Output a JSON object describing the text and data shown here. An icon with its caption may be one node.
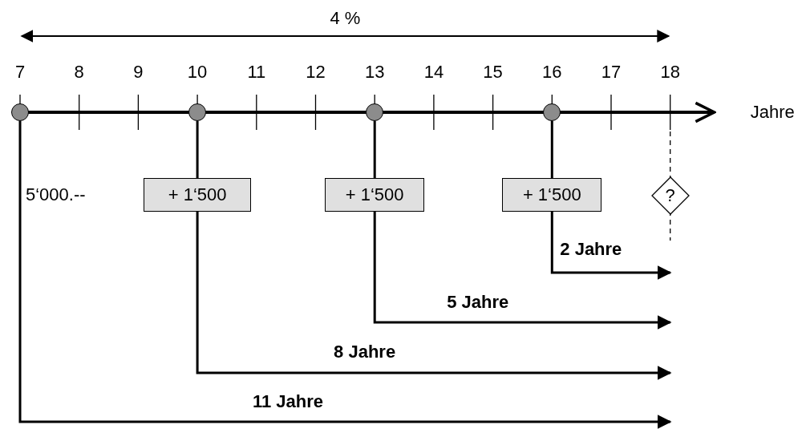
{
  "diagram": {
    "nodes": [
      {
        "text": [],
        "shape": "circle"
      },
      {
        "text": [],
        "shape": "circle"
      },
      {
        "text": [],
        "shape": "circle"
      },
      {
        "text": [],
        "shape": "circle"
      },
      {
        "text": [
          "+ 1‘500"
        ]
      },
      {
        "text": [
          "+ 1‘500"
        ]
      },
      {
        "text": [
          "+ 1‘500"
        ]
      },
      {
        "text": [
          "?"
        ]
      }
    ],
    "edges": [
      {
        "from": 1,
        "to": 4,
        "arrow": "none"
      },
      {
        "from": 2,
        "to": 5,
        "arrow": "none"
      },
      {
        "from": 3,
        "to": 6,
        "arrow": "none"
      },
      {
        "from": 6,
        "to": null,
        "arrow": "to",
        "label": "2 Jahre"
      },
      {
        "from": 5,
        "to": null,
        "arrow": "to",
        "label": "5 Jahre"
      },
      {
        "from": 4,
        "to": null,
        "arrow": "to",
        "label": "8 Jahre"
      },
      {
        "from": 0,
        "to": null,
        "arrow": "to",
        "label": "11 Jahre"
      }
    ],
    "labels": [
      "4 %",
      "7",
      "8",
      "9",
      "10",
      "11",
      "12",
      "13",
      "14",
      "15",
      "16",
      "17",
      "18",
      "Jahre",
      "5‘000.--"
    ]
  }
}
